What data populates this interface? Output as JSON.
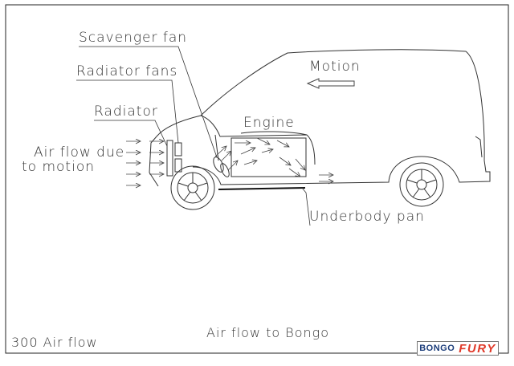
{
  "labels": {
    "scavenger_fan": "Scavenger fan",
    "radiator_fans": "Radiator fans",
    "radiator": "Radiator",
    "air_flow_line1": "Air flow due",
    "air_flow_line2": "to motion",
    "engine": "Engine",
    "motion": "Motion",
    "underbody_pan": "Underbody pan"
  },
  "footer": {
    "drawing_number": "300 Air flow",
    "caption": "Air flow to Bongo"
  },
  "brand": {
    "part1": "BONGO",
    "part2": "FURY",
    "part1_color": "#1c3d7a",
    "part2_color": "#e03a2a"
  }
}
